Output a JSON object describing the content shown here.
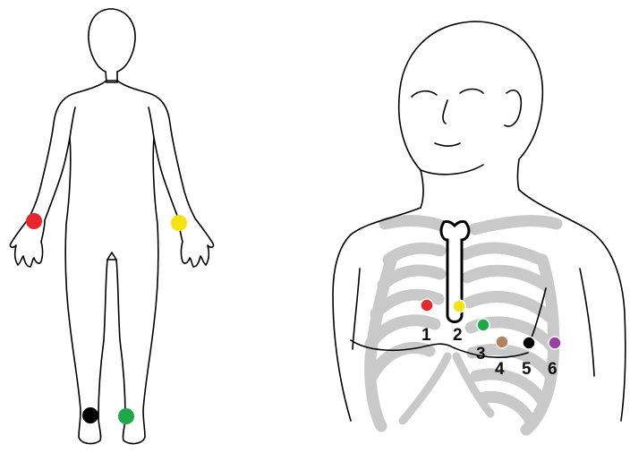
{
  "limb_electrodes": [
    {
      "name": "right-arm",
      "color": "#e8262b"
    },
    {
      "name": "left-arm",
      "color": "#f5e412"
    },
    {
      "name": "right-leg",
      "color": "#000000"
    },
    {
      "name": "left-leg",
      "color": "#1fa84a"
    }
  ],
  "chest_electrodes": [
    {
      "label": "1",
      "color": "#e8262b"
    },
    {
      "label": "2",
      "color": "#f5e412"
    },
    {
      "label": "3",
      "color": "#1fa84a"
    },
    {
      "label": "4",
      "color": "#b5805c"
    },
    {
      "label": "5",
      "color": "#000000"
    },
    {
      "label": "6",
      "color": "#9a3fa8"
    }
  ]
}
